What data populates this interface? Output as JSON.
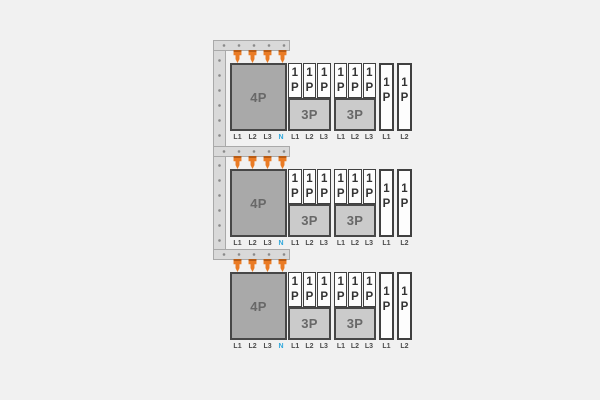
{
  "structure": {
    "rows": 3,
    "teeth_per_row": 4,
    "one_pole_modules_per_group": 3
  },
  "module_labels": {
    "four_pole": "4P",
    "three_pole": "3P",
    "one_pole_line1": "1",
    "one_pole_line2": "P"
  },
  "bottom_labels": [
    "L1",
    "L2",
    "L3",
    "N",
    "L1",
    "L2",
    "L3",
    "L1",
    "L2",
    "L3",
    "L1",
    "L2"
  ],
  "colors": {
    "background": "#f1f1f1",
    "rail_fill": "#d9d9d9",
    "rail_border": "#a9a9a9",
    "rivet_dot": "#8a8a8a",
    "tooth_orange": "#ea7b24",
    "tooth_orange_dark": "#b95c15",
    "module_border": "#474747",
    "module_4p_fill": "#a9a9a9",
    "module_3p_fill": "#cbcbcb",
    "module_1p_fill": "#fdfdfd",
    "module_text": "#686868",
    "pole_text": "#333333",
    "phase_label_text": "#4c4c4c",
    "neutral_label_text": "#2fa8dc"
  }
}
